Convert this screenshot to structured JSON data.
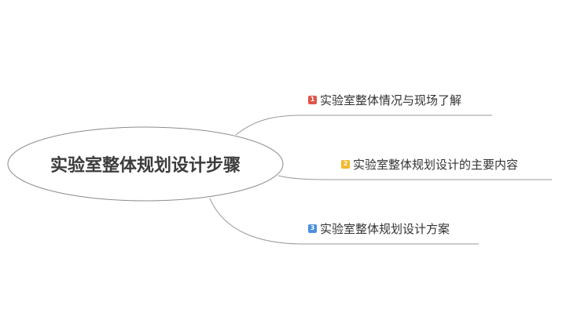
{
  "mindmap": {
    "root": {
      "label": "实验室整体规划设计步骤"
    },
    "branches": [
      {
        "index": "1",
        "label": "实验室整体情况与现场了解",
        "badge_color": "#e0534a"
      },
      {
        "index": "2",
        "label": "实验室整体规划设计的主要内容",
        "badge_color": "#f5b82e"
      },
      {
        "index": "3",
        "label": "实验室整体规划设计方案",
        "badge_color": "#4a8fe0"
      }
    ]
  },
  "colors": {
    "line": "#9a9a9a",
    "root_border": "#8c8c8c",
    "root_text": "#3c3c3c",
    "branch_text": "#333333"
  }
}
